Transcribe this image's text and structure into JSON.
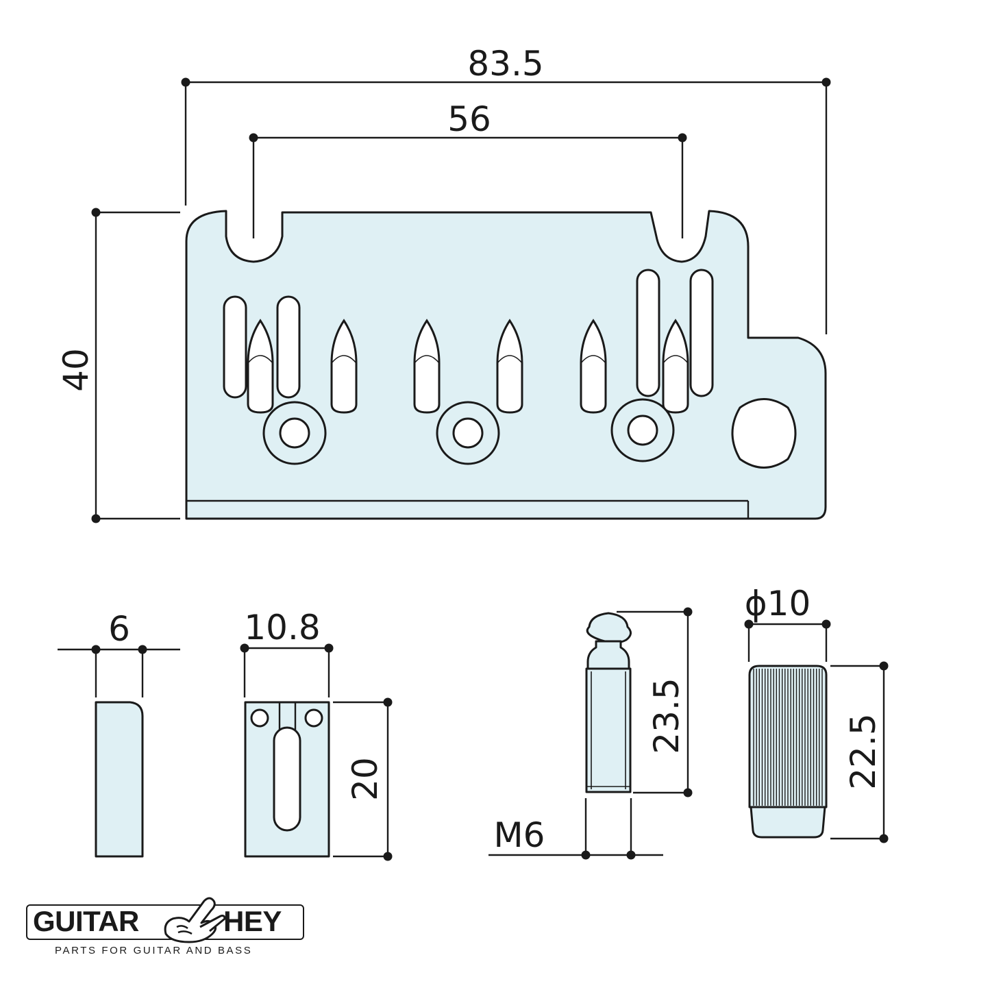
{
  "colors": {
    "part_fill": "#dff0f4",
    "line": "#1a1a1a"
  },
  "dimensions": {
    "plate_overall_width": "83.5",
    "post_spacing": "56",
    "plate_depth": "40",
    "saddle_width": "6",
    "saddle_length": "10.8",
    "saddle_depth": "20",
    "post_thread": "M6",
    "post_length": "23.5",
    "wheel_diameter": "ϕ10",
    "wheel_height": "22.5"
  },
  "logo": {
    "brand_left": "GUITAR",
    "brand_right": "HEY",
    "tagline": "PARTS FOR GUITAR AND BASS",
    "icon": "rock-hand-icon"
  }
}
